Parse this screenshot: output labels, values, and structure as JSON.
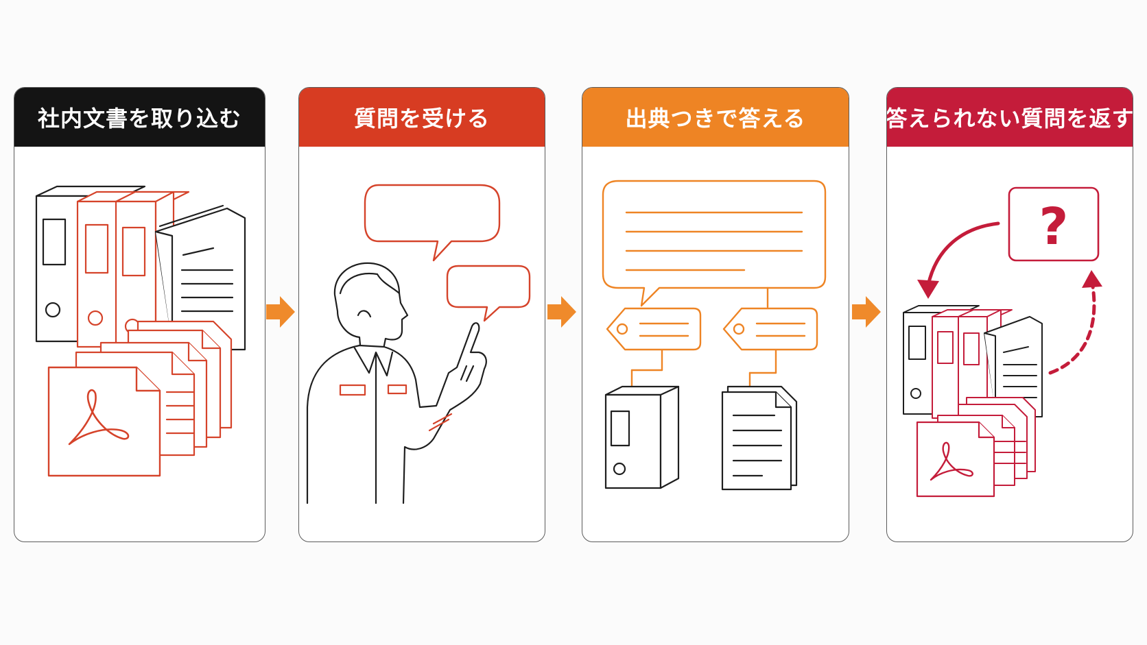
{
  "steps": [
    {
      "title": "社内文書を取り込む",
      "header_color": "#141414"
    },
    {
      "title": "質問を受ける",
      "header_color": "#d73c22"
    },
    {
      "title": "出典つきで答える",
      "header_color": "#ee8424"
    },
    {
      "title": "答えられない質問を返す",
      "header_color": "#c41c3a"
    }
  ],
  "icons": {
    "step1": [
      "binder-icon",
      "document-icon",
      "pdf-icon"
    ],
    "step2": [
      "person-icon",
      "speech-bubble-icon"
    ],
    "step3": [
      "speech-bubble-icon",
      "tag-icon",
      "binder-icon",
      "document-icon"
    ],
    "step4": [
      "question-mark-icon",
      "curved-arrow-icon",
      "binder-icon",
      "pdf-icon"
    ]
  },
  "colors": {
    "arrow": "#ef8a2b",
    "line_dark": "#1e1e1e",
    "red": "#d5432a",
    "orange": "#ee8424",
    "crimson": "#c41c3a"
  },
  "question_symbol": "?"
}
